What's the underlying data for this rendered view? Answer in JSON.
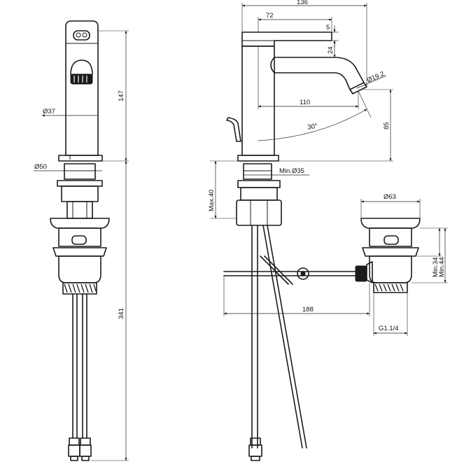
{
  "dimensions": {
    "overall_width": "136",
    "spout_offset": "72",
    "top_offset": "5",
    "spout_height": "24",
    "outlet_diameter": "Ø19.2",
    "reach": "110",
    "angle": "30°",
    "outlet_height": "85",
    "hole_min": "Min.Ø35",
    "deck_max": "Max.40",
    "body_diameter": "Ø37",
    "base_diameter": "Ø50",
    "body_height": "147",
    "total_height": "341",
    "waste_diameter": "Ø63",
    "waste_min_34": "Min.34",
    "waste_min_44": "Min.44",
    "rod_length": "188",
    "thread": "G1.1/4"
  },
  "colors": {
    "line": "#1a1a1a",
    "shade": "#dcdcdc",
    "background": "#ffffff"
  }
}
